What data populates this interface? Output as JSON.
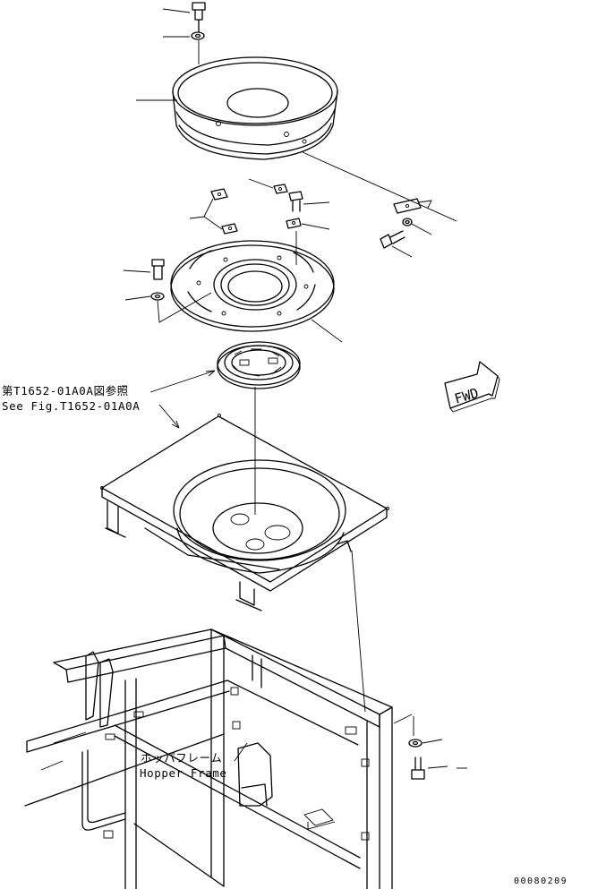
{
  "callouts": {
    "reference_jp": "第T1652-01A0A図参照",
    "reference_en": "See Fig.T1652-01A0A",
    "hopper_frame_jp": "ホッパフレーム",
    "hopper_frame_en": "Hopper Frame"
  },
  "direction_arrow": {
    "label": "FWD"
  },
  "figure_number": "00080209"
}
